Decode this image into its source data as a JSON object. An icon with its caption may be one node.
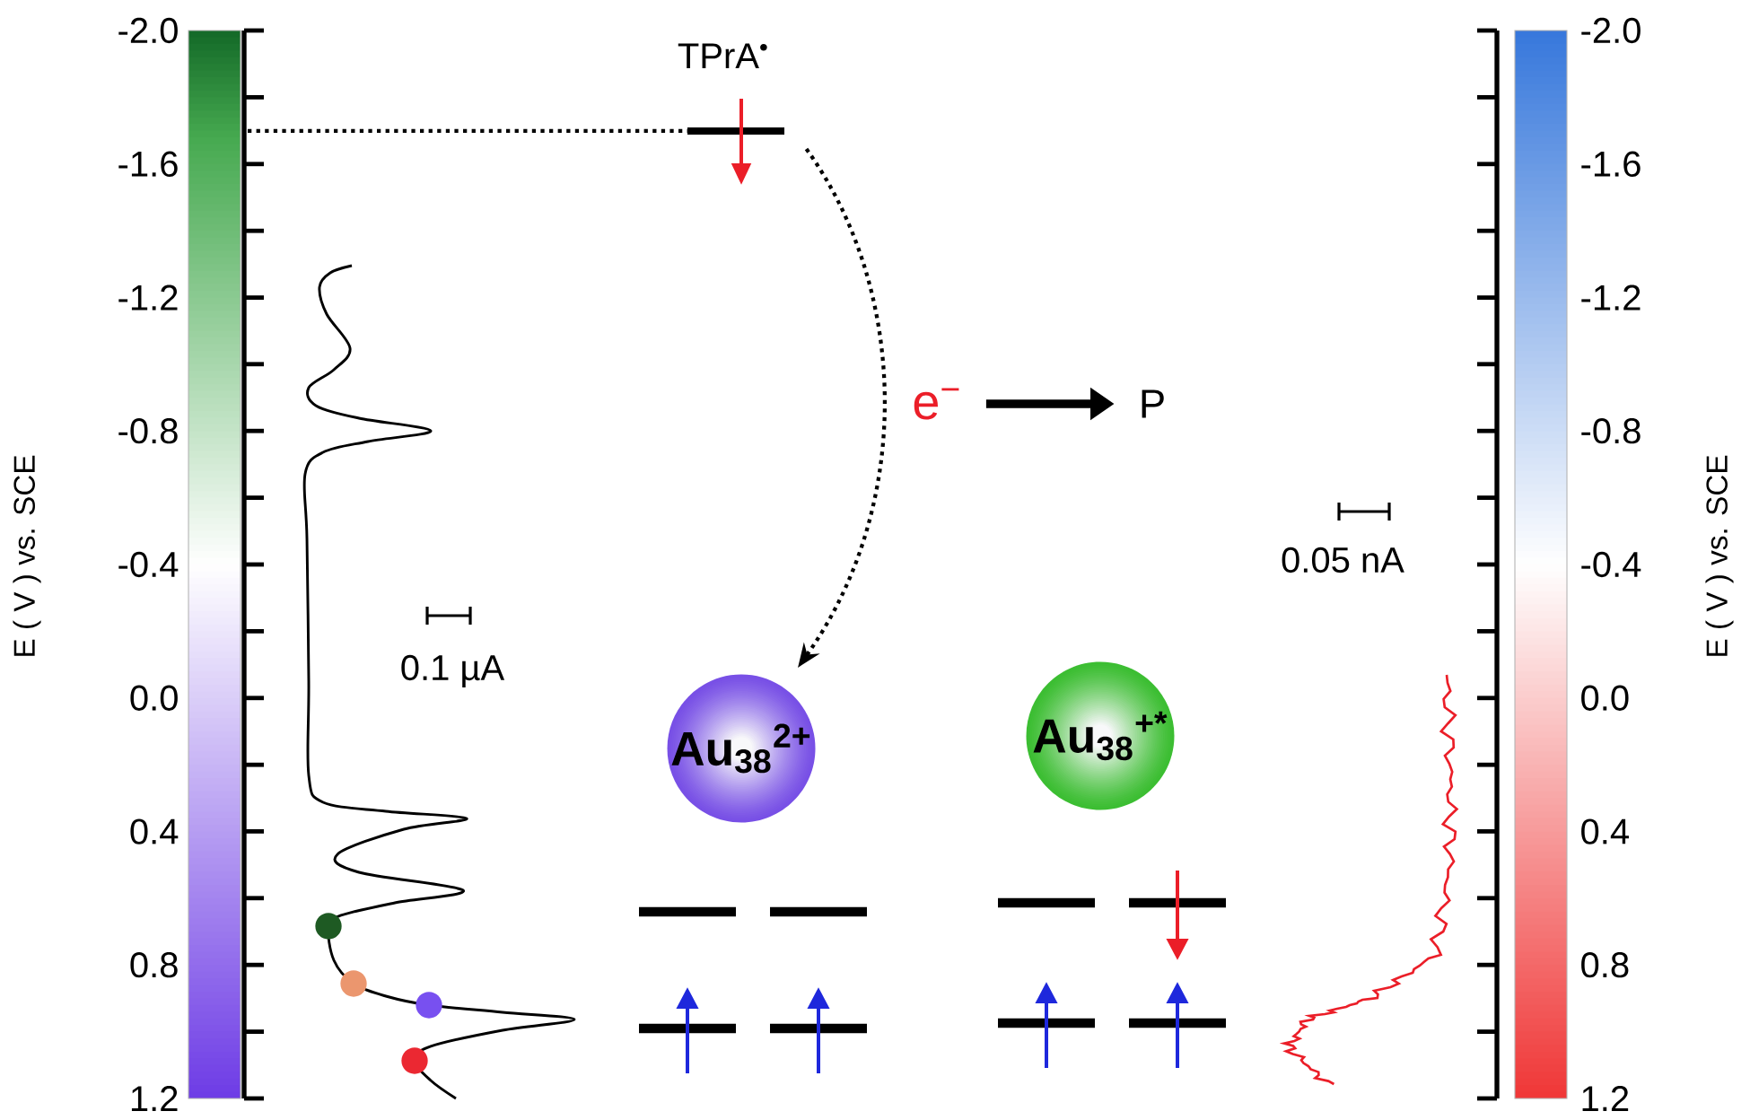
{
  "diagram": {
    "nodes": [
      {
        "text": [
          "TPrA$^{•}$"
        ]
      },
      {
        "text": [
          "Au$_{38}$$^{2+}$"
        ]
      },
      {
        "text": [
          "Au$_{38}$$^{+*}$"
        ]
      },
      {
        "text": [
          "e$^{−}$"
        ]
      },
      {
        "text": [
          "P"
        ]
      }
    ],
    "edges": [
      {
        "from": 0,
        "to": 1,
        "arrow": "to",
        "style": "dashed"
      },
      {
        "from": 3,
        "to": 4,
        "arrow": "to",
        "style": "thick"
      }
    ],
    "labels": [
      "E ( V ) vs. SCE",
      "-2.0",
      "-1.6",
      "-1.2",
      "-0.8",
      "-0.4",
      "0.0",
      "0.4",
      "0.8",
      "1.2",
      "0.1 µA",
      "0.05 nA",
      "-2.0",
      "-1.6",
      "-1.2",
      "-0.8",
      "-0.4",
      "0.0",
      "0.4",
      "0.8",
      "1.2",
      "E ( V ) vs. SCE"
    ]
  }
}
